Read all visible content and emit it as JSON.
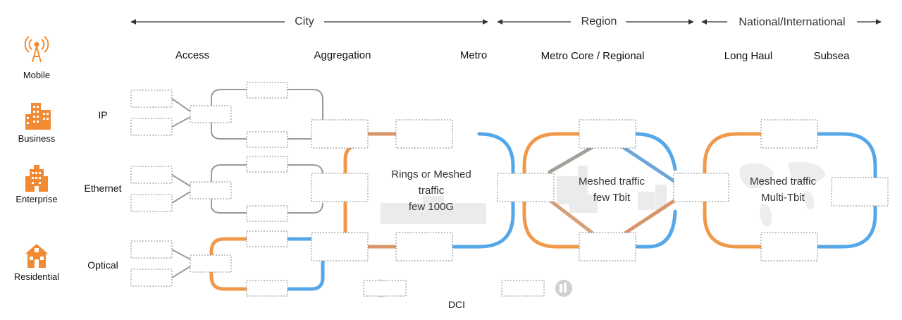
{
  "scopes": {
    "city": "City",
    "region": "Region",
    "national": "National/International"
  },
  "segments": {
    "access": "Access",
    "aggregation": "Aggregation",
    "metro": "Metro",
    "metro_core": "Metro Core / Regional",
    "long_haul": "Long Haul",
    "subsea": "Subsea"
  },
  "users": [
    {
      "label": "Mobile",
      "icon": "cell-tower-icon"
    },
    {
      "label": "Business",
      "icon": "office-buildings-icon"
    },
    {
      "label": "Enterprise",
      "icon": "enterprise-building-icon"
    },
    {
      "label": "Residential",
      "icon": "house-icon"
    }
  ],
  "access_types": {
    "ip": "IP",
    "ethernet": "Ethernet",
    "optical": "Optical"
  },
  "clouds": {
    "metro_line1": "Rings or Meshed",
    "metro_line2": "traffic",
    "metro_line3": "few 100G",
    "core_line1": "Meshed traffic",
    "core_line2": "few Tbit",
    "lh_line1": "Meshed traffic",
    "lh_line2": "Multi-Tbit"
  },
  "dci_label": "DCI",
  "colors": {
    "orange": "#f0994a",
    "blue": "#55a7e8",
    "gray_line": "#9a9a9a",
    "icon_orange": "#f28a33"
  }
}
